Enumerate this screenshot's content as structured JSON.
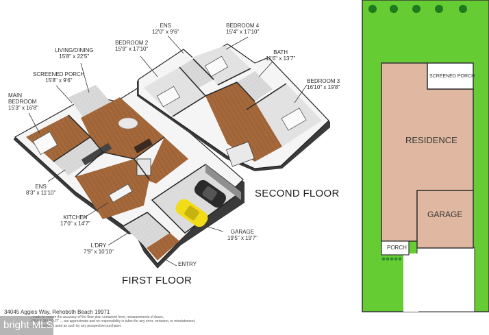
{
  "floors": {
    "first": "FIRST FLOOR",
    "second": "SECOND FLOOR"
  },
  "rooms_first": [
    {
      "name": "LIVING/DINING",
      "dims": "15'8\" x 22'5\""
    },
    {
      "name": "SCREENED PORCH",
      "dims": "15'8\" x 9'6\""
    },
    {
      "name": "MAIN BEDROOM",
      "dims": "15'3\" x 16'8\""
    },
    {
      "name": "ENS",
      "dims": "8'3\" x 11'10\""
    },
    {
      "name": "KITCHEN",
      "dims": "17'0\" x 14'7\""
    },
    {
      "name": "L'DRY",
      "dims": "7'9\" x 10'10\""
    },
    {
      "name": "GARAGE",
      "dims": "19'5\" x 19'7\""
    },
    {
      "name": "ENTRY",
      "dims": ""
    }
  ],
  "rooms_second": [
    {
      "name": "ENS",
      "dims": "12'0\" x 9'6\""
    },
    {
      "name": "BEDROOM 2",
      "dims": "15'9\" x 17'10\""
    },
    {
      "name": "BEDROOM 4",
      "dims": "15'4\" x 17'10\""
    },
    {
      "name": "BATH",
      "dims": "11'6\" x 13'7\""
    },
    {
      "name": "BEDROOM 3",
      "dims": "16'10\" x 19'8\""
    }
  ],
  "site_plan": {
    "labels": [
      "SCREENED PORCH",
      "RESIDENCE",
      "GARAGE",
      "PORCH"
    ],
    "colors": {
      "lawn": "#66cc33",
      "building": "#e0b8a2",
      "outline": "#333333"
    }
  },
  "footer": {
    "address": "34045 Aggies Way, Rehoboth Beach 19971",
    "disclaimer_lines": [
      "... made to ensure the accuracy of the floor plan contained here, measurements of doors,",
      "...REA 3,094 SQ.FT   ... are approximate and no responsibility is taken for any error, omission, or misstatement.",
      "... and should be used as such by any prospective purchaser."
    ],
    "watermark": "bright MLS"
  },
  "colors": {
    "wood": "#a4683a",
    "wall": "#f2f2f2",
    "wall_side": "#9a9a9a",
    "tile": "#d9d9d9",
    "car": "#f2dc18"
  }
}
